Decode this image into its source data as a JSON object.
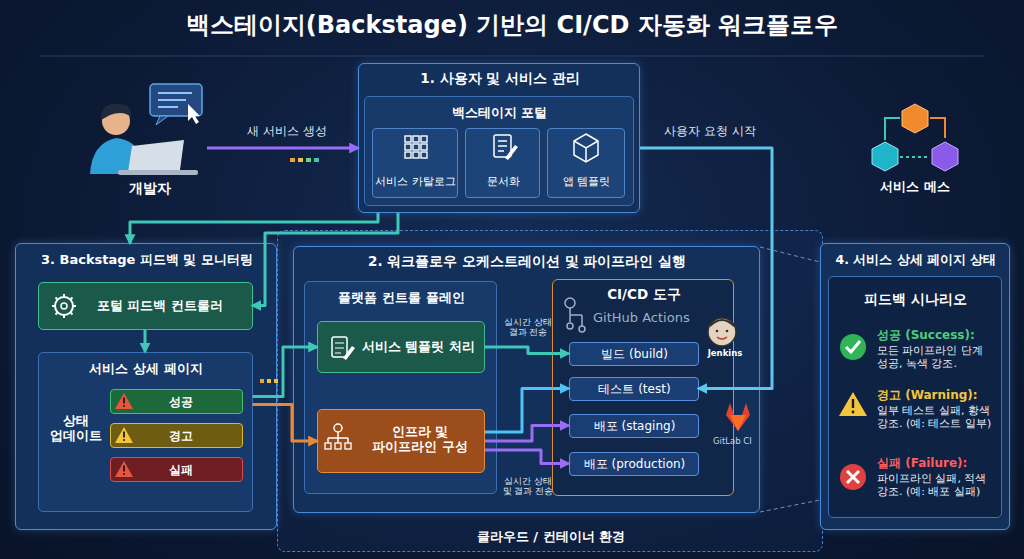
{
  "diagram": {
    "title": "백스테이지(Backstage) 기반의 CI/CD 자동화 워크플로우",
    "nodes": [
      {
        "text": [
          "개발자"
        ]
      },
      {
        "text": [
          "1. 사용자 및 서비스 관리"
        ]
      },
      {
        "text": [
          "백스테이지 포털"
        ],
        "in": 1
      },
      {
        "text": [
          "서비스 카탈로그"
        ],
        "in": 2
      },
      {
        "text": [
          "문서화"
        ],
        "in": 2
      },
      {
        "text": [
          "앱 템플릿"
        ],
        "in": 2
      },
      {
        "text": [
          "서비스 메스"
        ]
      },
      {
        "text": [
          "3. Backstage 피드백 및 모니터링"
        ]
      },
      {
        "text": [
          "포털 피드백 컨트롤러"
        ],
        "in": 7
      },
      {
        "text": [
          "서비스 상세 페이지",
          "상태 업데이트"
        ],
        "in": 7
      },
      {
        "text": [
          "성공"
        ],
        "in": 9
      },
      {
        "text": [
          "경고"
        ],
        "in": 9
      },
      {
        "text": [
          "실패"
        ],
        "in": 9
      },
      {
        "text": [
          "클라우드 / 컨테이너 환경"
        ]
      },
      {
        "text": [
          "2. 워크플로우 오케스트레이션 및 파이프라인 실행"
        ],
        "in": 13
      },
      {
        "text": [
          "플랫폼 컨트롤 플레인"
        ],
        "in": 14
      },
      {
        "text": [
          "서비스 템플릿 처리"
        ],
        "in": 15
      },
      {
        "text": [
          "인프라 및 파이프라인 구성"
        ],
        "in": 15
      },
      {
        "text": [
          "CI/CD 도구",
          "GitHub Actions",
          "Jenkins",
          "GitLab CI"
        ],
        "in": 14
      },
      {
        "text": [
          "빌드 (build)"
        ],
        "in": 18
      },
      {
        "text": [
          "테스트 (test)"
        ],
        "in": 18
      },
      {
        "text": [
          "배포 (staging)"
        ],
        "in": 18
      },
      {
        "text": [
          "배포 (production)"
        ],
        "in": 18
      },
      {
        "text": [
          "4. 서비스 상세 페이지 상태"
        ]
      },
      {
        "text": [
          "피드백 시나리오"
        ],
        "in": 23
      }
    ],
    "edges": [
      {
        "from": 0,
        "to": 1,
        "label": "새 서비스 생성",
        "arrow": "to"
      },
      {
        "from": 1,
        "to": 20,
        "label": "사용자 요청 시작",
        "arrow": "to"
      },
      {
        "from": 1,
        "to": 7,
        "arrow": "to"
      },
      {
        "from": 1,
        "to": 8,
        "arrow": "to"
      },
      {
        "from": 8,
        "to": 9,
        "arrow": "to"
      },
      {
        "from": 9,
        "to": 16,
        "arrow": "to"
      },
      {
        "from": 9,
        "to": 17,
        "arrow": "to"
      },
      {
        "from": 16,
        "to": 19,
        "label": "실시간 상태 결과 전송",
        "arrow": "to"
      },
      {
        "from": 17,
        "to": 20,
        "arrow": "to"
      },
      {
        "from": 17,
        "to": 21,
        "arrow": "to"
      },
      {
        "from": 17,
        "to": 22,
        "label": "실시간 상태 및 결과 전송",
        "arrow": "to"
      }
    ],
    "labels": [
      "성공 (Success):",
      "모든 파이프라인 단계 성공, 녹색 강조.",
      "경고 (Warning):",
      "일부 테스트 실패, 황색 강조. (예: 테스트 일부)",
      "실패 (Failure):",
      "파이프라인 실패, 적색 강조. (예: 배포 실패)"
    ]
  }
}
